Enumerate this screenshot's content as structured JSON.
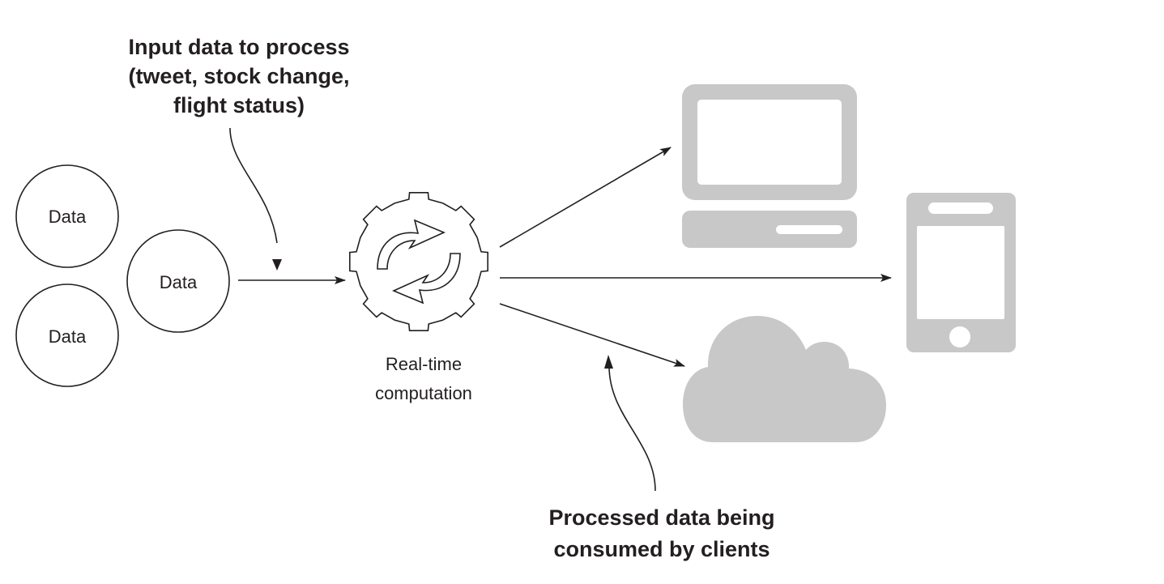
{
  "data_nodes": [
    {
      "label": "Data"
    },
    {
      "label": "Data"
    },
    {
      "label": "Data"
    }
  ],
  "input_callout": {
    "lines": [
      "Input data to process",
      "(tweet, stock change,",
      "flight status)"
    ]
  },
  "processor": {
    "caption_lines": [
      "Real-time",
      "computation"
    ]
  },
  "clients": [
    {
      "icon": "desktop-computer-icon"
    },
    {
      "icon": "smartphone-icon"
    },
    {
      "icon": "cloud-icon"
    }
  ],
  "output_callout": {
    "lines": [
      "Processed data being",
      "consumed by clients"
    ]
  },
  "colors": {
    "line": "#231f20",
    "device": "#c8c8c9"
  }
}
